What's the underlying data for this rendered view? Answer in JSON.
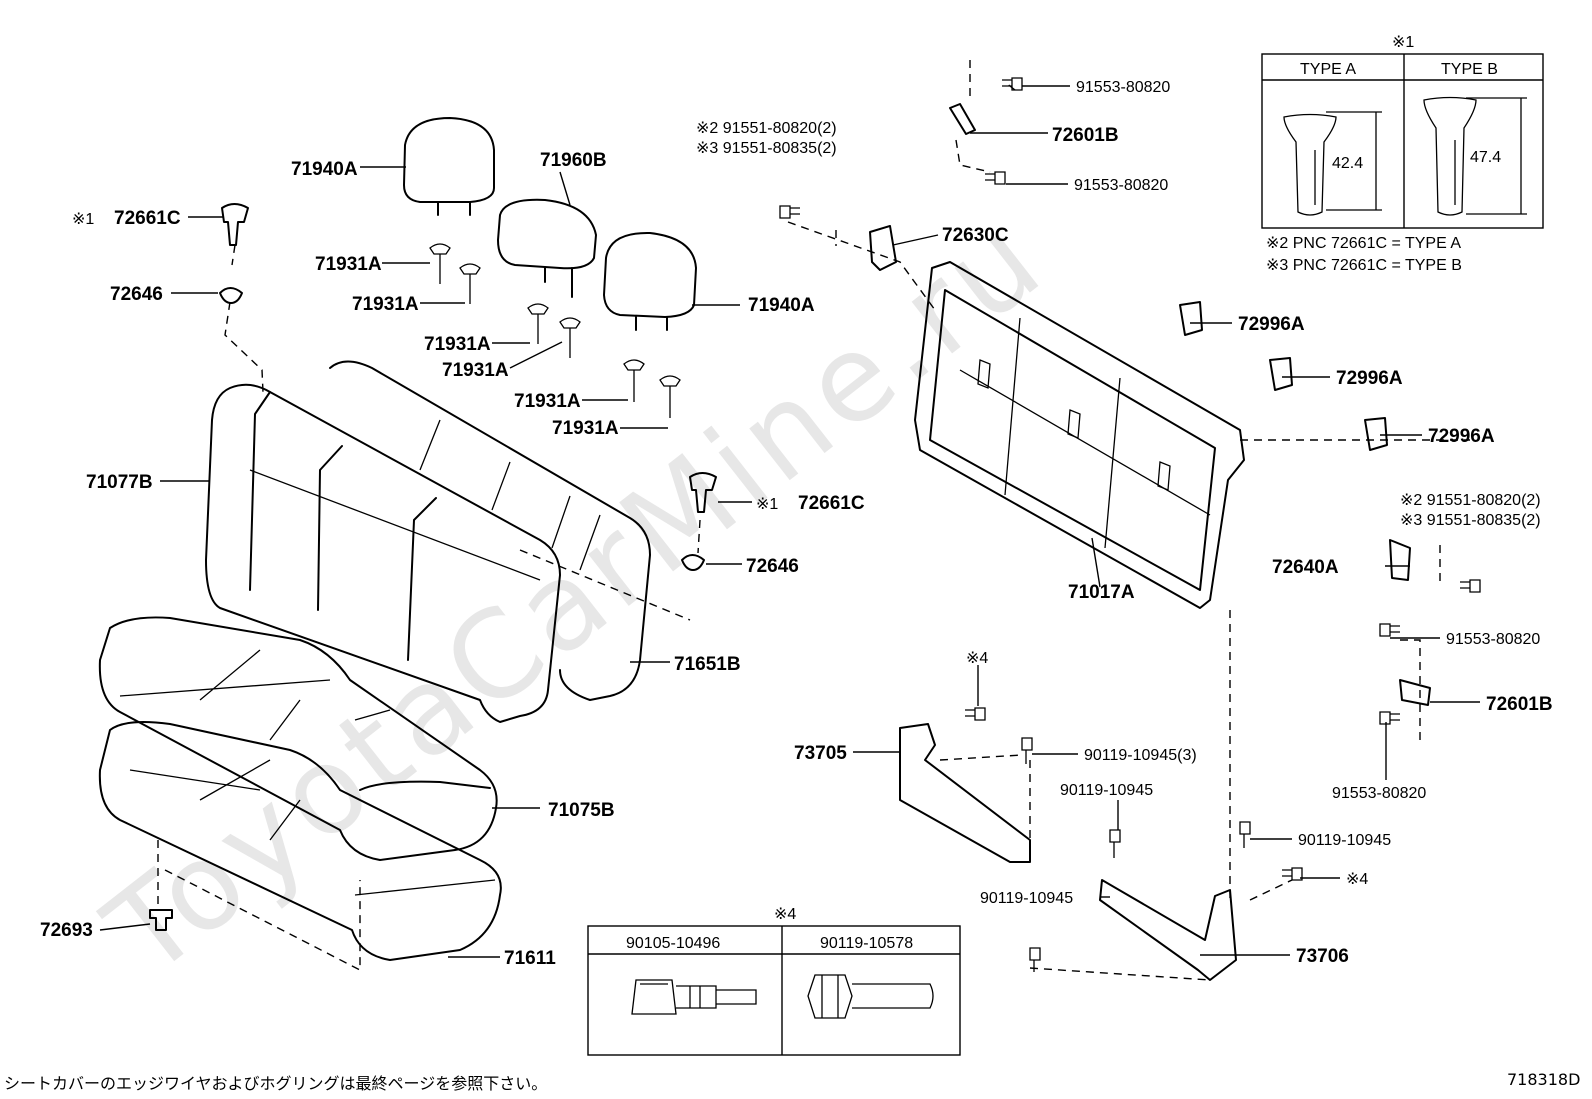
{
  "watermark": "ToyotaCarMine.ru",
  "labels": {
    "headrest_left": "71940A",
    "headrest_center": "71960B",
    "headrest_right": "71940A",
    "support_1": "71931A",
    "support_2": "71931A",
    "support_3": "71931A",
    "support_4": "71931A",
    "support_5": "71931A",
    "support_6": "71931A",
    "lock_knob_top": "72661C",
    "lock_knob_top_mark": "※1",
    "lock_knob_mid": "72661C",
    "lock_knob_mid_mark": "※1",
    "grommet_top": "72646",
    "grommet_mid": "72646",
    "back_cover": "71077B",
    "back_pad": "71651B",
    "cushion_cover": "71075B",
    "cushion_pad": "71611",
    "clip": "72693",
    "back_frame": "71017A",
    "striker_upper": "72630C",
    "hinge_top": "72601B",
    "hinge_bottom": "72601B",
    "belt_guide_1": "72996A",
    "belt_guide_2": "72996A",
    "belt_guide_3": "72996A",
    "striker_right": "72640A",
    "bolt_top_a": "91553-80820",
    "bolt_top_b": "91553-80820",
    "bolt_right_a": "91553-80820",
    "bolt_right_b": "91553-80820",
    "note2_left": "※2 91551-80820(2)",
    "note3_left": "※3 91551-80835(2)",
    "note2_right": "※2 91551-80820(2)",
    "note3_right": "※3 91551-80835(2)",
    "hinge_left": "73705",
    "hinge_right": "73706",
    "bolt_a": "90119-10945(3)",
    "bolt_b": "90119-10945",
    "bolt_c": "90119-10945",
    "bolt_d": "90119-10945",
    "mark4_top": "※4",
    "mark4_right": "※4"
  },
  "type_table": {
    "mark": "※1",
    "col_a": "TYPE A",
    "col_b": "TYPE B",
    "dim_a": "42.4",
    "dim_b": "47.4",
    "note2": "※2 PNC 72661C = TYPE A",
    "note3": "※3 PNC 72661C = TYPE B"
  },
  "bolt_table": {
    "mark": "※4",
    "col_1": "90105-10496",
    "col_2": "90119-10578"
  },
  "footer": {
    "note": "シートカバーのエッジワイヤおよびホグリングは最終ページを参照下さい。",
    "code": "718318D"
  }
}
